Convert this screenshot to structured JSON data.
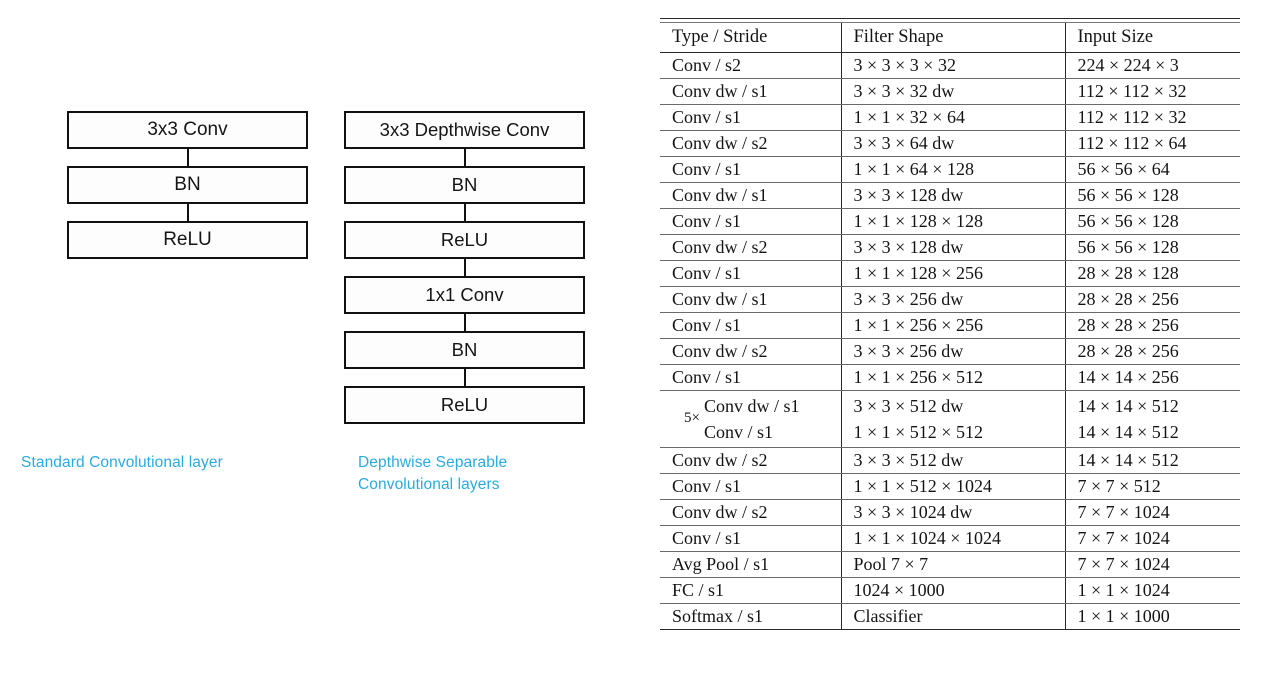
{
  "figure": {
    "standard_flow": {
      "caption": "Standard Convolutional layer",
      "boxes": [
        {
          "label": "3x3 Conv"
        },
        {
          "label": "BN"
        },
        {
          "label": "ReLU"
        }
      ]
    },
    "separable_flow": {
      "caption_line1": "Depthwise Separable",
      "caption_line2": "Convolutional layers",
      "boxes": [
        {
          "label": "3x3 Depthwise Conv"
        },
        {
          "label": "BN"
        },
        {
          "label": "ReLU"
        },
        {
          "label": "1x1 Conv"
        },
        {
          "label": "BN"
        },
        {
          "label": "ReLU"
        }
      ]
    },
    "caption_color": "#29abe2"
  },
  "table": {
    "headers": [
      "Type / Stride",
      "Filter Shape",
      "Input Size"
    ],
    "rows": [
      {
        "type": "Conv / s2",
        "filter": "3 × 3 × 3 × 32",
        "input": "224 × 224 × 3"
      },
      {
        "type": "Conv dw / s1",
        "filter": "3 × 3 × 32 dw",
        "input": "112 × 112 × 32"
      },
      {
        "type": "Conv / s1",
        "filter": "1 × 1 × 32 × 64",
        "input": "112 × 112 × 32"
      },
      {
        "type": "Conv dw / s2",
        "filter": "3 × 3 × 64 dw",
        "input": "112 × 112 × 64"
      },
      {
        "type": "Conv / s1",
        "filter": "1 × 1 × 64 × 128",
        "input": "56 × 56 × 64"
      },
      {
        "type": "Conv dw / s1",
        "filter": "3 × 3 × 128 dw",
        "input": "56 × 56 × 128"
      },
      {
        "type": "Conv / s1",
        "filter": "1 × 1 × 128 × 128",
        "input": "56 × 56 × 128"
      },
      {
        "type": "Conv dw / s2",
        "filter": "3 × 3 × 128 dw",
        "input": "56 × 56 × 128"
      },
      {
        "type": "Conv / s1",
        "filter": "1 × 1 × 128 × 256",
        "input": "28 × 28 × 128"
      },
      {
        "type": "Conv dw / s1",
        "filter": "3 × 3 × 256 dw",
        "input": "28 × 28 × 256"
      },
      {
        "type": "Conv / s1",
        "filter": "1 × 1 × 256 × 256",
        "input": "28 × 28 × 256"
      },
      {
        "type": "Conv dw / s2",
        "filter": "3 × 3 × 256 dw",
        "input": "28 × 28 × 256"
      },
      {
        "type": "Conv / s1",
        "filter": "1 × 1 × 256 × 512",
        "input": "14 × 14 × 256"
      }
    ],
    "repeat_block": {
      "multiplier": "5×",
      "type_line1": "Conv dw / s1",
      "type_line2": "Conv / s1",
      "filter_line1": "3 × 3 × 512 dw",
      "filter_line2": "1 × 1 × 512 × 512",
      "input_line1": "14 × 14 × 512",
      "input_line2": "14 × 14 × 512"
    },
    "rows_after": [
      {
        "type": "Conv dw / s2",
        "filter": "3 × 3 × 512 dw",
        "input": "14 × 14 × 512"
      },
      {
        "type": "Conv / s1",
        "filter": "1 × 1 × 512 × 1024",
        "input": "7 × 7 × 512"
      },
      {
        "type": "Conv dw / s2",
        "filter": "3 × 3 × 1024 dw",
        "input": "7 × 7 × 1024"
      },
      {
        "type": "Conv / s1",
        "filter": "1 × 1 × 1024 × 1024",
        "input": "7 × 7 × 1024"
      },
      {
        "type": "Avg Pool / s1",
        "filter": "Pool 7 × 7",
        "input": "7 × 7 × 1024"
      },
      {
        "type": "FC / s1",
        "filter": "1024 × 1000",
        "input": "1 × 1 × 1024"
      },
      {
        "type": "Softmax / s1",
        "filter": "Classifier",
        "input": "1 × 1 × 1000"
      }
    ]
  }
}
